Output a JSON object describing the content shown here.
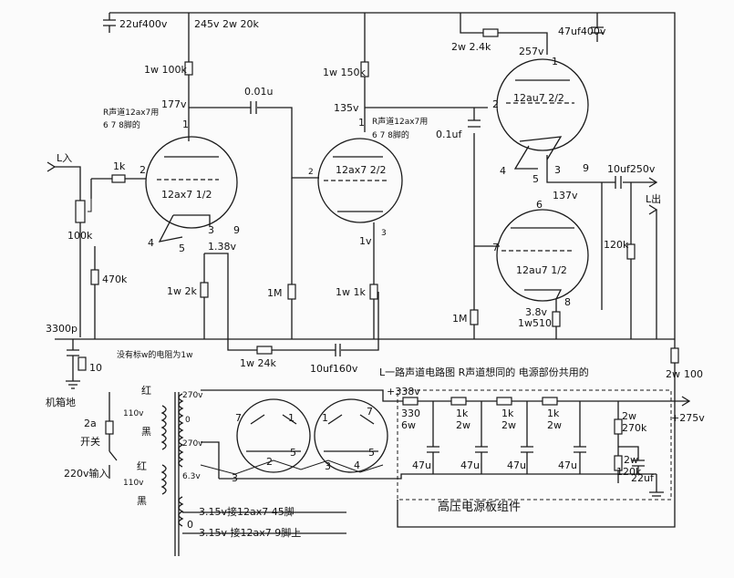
{
  "labels": {
    "c_top_left": "22uf400v",
    "r_top_mid": "245v 2w 20k",
    "r_v1_plate": "1w 100k",
    "v_177": "177v",
    "c_001": "0.01u",
    "r_v2_plate": "1w 150k",
    "v_135": "135v",
    "note_r_ch_1": "R声道12ax7用",
    "note_r_ch_2": "6 7 8脚的",
    "note_r_ch2_1": "R声道12ax7用",
    "note_r_ch2_2": "6 7 8脚的",
    "r_2w24k": "2w 2.4k",
    "c_47uf400": "47uf400v",
    "v_257": "257v",
    "tube_12au7_22": "12au7 2/2",
    "c_01uf": "0.1uf",
    "c_10uf250": "10uf250v",
    "v_137": "137v",
    "l_out": "L出",
    "l_in": "L入",
    "r_1k": "1k",
    "tube_12ax7_12": "12ax7 1/2",
    "tube_12ax7_22": "12ax7 2/2",
    "pot_100k": "100k",
    "r_470k": "470k",
    "v_138": "1.38v",
    "r_2k": "1w 2k",
    "r_1m_a": "1M",
    "r_1k_cath": "1w 1k",
    "v_1v": "1v",
    "r_120k_out": "120k",
    "tube_12au7_12": "12au7 1/2",
    "r_1m_b": "1M",
    "v_38": "3.8v",
    "r_510": "1w510",
    "c_3300p": "3300p",
    "r_10": "10",
    "note_1w": "没有标w的电阻为1w",
    "r_24k": "1w 24k",
    "c_10uf160": "10uf160v",
    "note_main": "L一路声道电路图 R声道想同的  电源部份共用的",
    "gnd_chassis": "机箱地",
    "fuse": "2a",
    "switch": "开关",
    "mains_in": "220v输入",
    "red1": "红",
    "black1": "黑",
    "red2": "红",
    "black2": "黑",
    "v110_a": "110v",
    "v110_b": "110v",
    "t_270a": "270v",
    "t_0": "0",
    "t_270b": "270v",
    "t_63": "6.3v",
    "v_338": "+338v",
    "r_330": "330",
    "r_6w": "6w",
    "r_1k2w_a": "1k",
    "r_2w_a": "2w",
    "r_1k2w_b": "1k",
    "r_2w_b": "2w",
    "r_1k2w_c": "1k",
    "r_2w_c": "2w",
    "r_270k_2w": "2w",
    "r_270k": "270k",
    "r_120k_2w": "2w",
    "r_120k_ps": "120k",
    "c_47u_a": "47u",
    "c_47u_b": "47u",
    "c_47u_c": "47u",
    "c_47u_d": "47u",
    "c_22uf": "22uf",
    "v_275": "+275v",
    "r_2w100_a": "2w",
    "r_2w100_b": "100",
    "ps_board": "高压电源板组件",
    "h1": "3.15v接12ax7 45脚",
    "h_0": "0",
    "h2": "3.15v 接12ax7 9脚上",
    "p1": "1",
    "p2": "2",
    "p3": "3",
    "p4": "4",
    "p5": "5",
    "p9": "9",
    "q1": "1",
    "q2": "2",
    "q3": "3",
    "s1": "1",
    "s2": "2",
    "s3": "3",
    "s4": "4",
    "s5": "5",
    "s9": "9",
    "u6": "6",
    "u7": "7",
    "u8": "8",
    "rt7a": "7",
    "rt1a": "1",
    "rt3a": "3",
    "rt5a": "5",
    "rt2a": "2",
    "rt7b": "7",
    "rt1b": "1",
    "rt3b": "3",
    "rt5b": "5",
    "rt4b": "4"
  }
}
